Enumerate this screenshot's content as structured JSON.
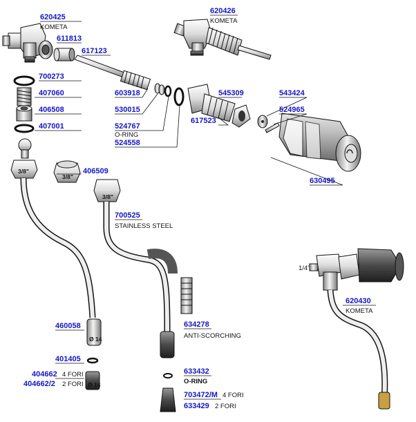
{
  "parts": {
    "p620425": {
      "code": "620425",
      "desc": "KOMETA"
    },
    "p611813": {
      "code": "611813"
    },
    "p617123": {
      "code": "617123"
    },
    "p620426": {
      "code": "620426",
      "desc": "KOMETA"
    },
    "p700273": {
      "code": "700273"
    },
    "p407060": {
      "code": "407060"
    },
    "p406508": {
      "code": "406508"
    },
    "p407001": {
      "code": "407001"
    },
    "p603918": {
      "code": "603918"
    },
    "p530015": {
      "code": "530015"
    },
    "p524767": {
      "code": "524767",
      "desc": "O-RING"
    },
    "p524558": {
      "code": "524558"
    },
    "p545309": {
      "code": "545309"
    },
    "p617523": {
      "code": "617523"
    },
    "p543424": {
      "code": "543424"
    },
    "p524965": {
      "code": "524965"
    },
    "p630495": {
      "code": "630495"
    },
    "p406509": {
      "code": "406509"
    },
    "p700525": {
      "code": "700525",
      "desc": "STAINLESS STEEL"
    },
    "p634278": {
      "code": "634278",
      "desc": "ANTI-SCORCHING"
    },
    "p460058": {
      "code": "460058"
    },
    "p401405": {
      "code": "401405"
    },
    "p404662": {
      "code": "404662",
      "desc": "4 FORI"
    },
    "p404662_2": {
      "code": "404662/2",
      "desc": "2 FORI"
    },
    "p633432": {
      "code": "633432",
      "desc": "O-RING"
    },
    "p703472": {
      "code": "703472/M",
      "desc": "4 FORI"
    },
    "p633429": {
      "code": "633429",
      "desc": "2 FORI"
    },
    "p620430": {
      "code": "620430",
      "desc": "KOMETA"
    }
  },
  "marks": {
    "fitting_size": "3/8\"",
    "fitting_size_b": "3/8\"",
    "fitting_size_c": "3/8\"",
    "nozzle_dia": "Ø 14",
    "nozzle_dia_b": "Ø 14",
    "small_fitting": "1/4\""
  },
  "colors": {
    "part_number": "#1515c8",
    "outline": "#111111"
  }
}
